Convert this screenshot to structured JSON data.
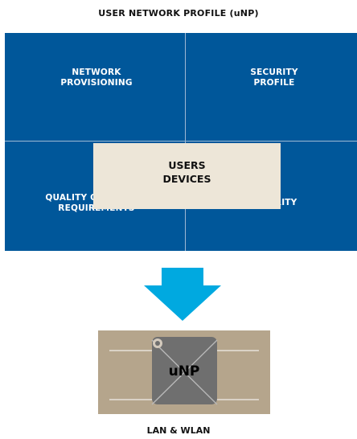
{
  "title": "USER NETWORK PROFILE (uNP)",
  "quadrants": {
    "top_left": [
      "NETWORK",
      "PROVISIONING"
    ],
    "top_right": [
      "SECURITY",
      "PROFILE"
    ],
    "bottom_left": [
      "QUALITY OF SERVICE",
      "REQUIREMENTS"
    ],
    "bottom_right": [
      "PRIORITY"
    ]
  },
  "center": [
    "USERS",
    "DEVICES"
  ],
  "device_label": "uNP",
  "footer": "LAN & WLAN",
  "colors": {
    "grid_blue": "#00579a",
    "center_beige": "#ede6d8",
    "arrow_blue": "#00a9e0",
    "device_tan": "#b5a58c",
    "device_gray": "#6f6f6f"
  },
  "icons": {
    "arrow": "down-arrow-icon",
    "switch": "network-switch-icon"
  }
}
